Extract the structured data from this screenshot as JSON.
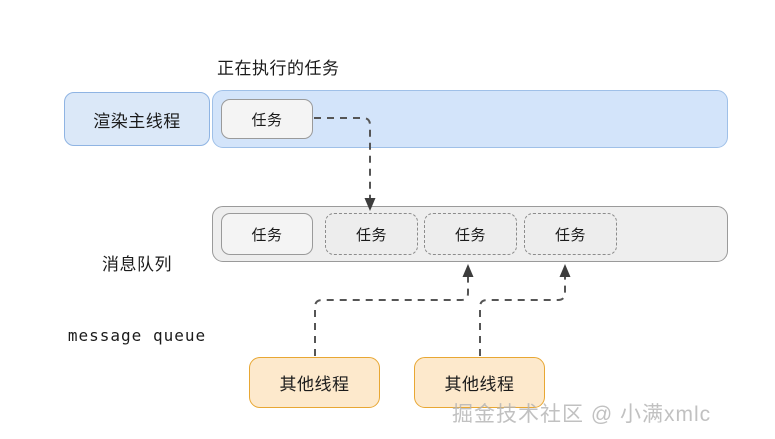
{
  "diagram": {
    "title_label": "正在执行的任务",
    "queue_label_cn": "消息队列",
    "queue_label_en": "message queue",
    "render_main_thread": "渲染主线程",
    "executing_task": "任务",
    "queue_tasks": [
      {
        "label": "任务",
        "style": "solid"
      },
      {
        "label": "任务",
        "style": "dashed"
      },
      {
        "label": "任务",
        "style": "dashed"
      },
      {
        "label": "任务",
        "style": "dashed"
      }
    ],
    "other_threads": [
      {
        "label": "其他线程"
      },
      {
        "label": "其他线程"
      }
    ],
    "watermark": "掘金技术社区 @ 小满xmlc",
    "colors": {
      "main_thread_fill": "#dbe8f8",
      "main_thread_border": "#8fb4e3",
      "executing_lane_fill": "#d3e4fa",
      "executing_lane_border": "#9fc0e8",
      "queue_fill": "#eeeeee",
      "queue_border": "#9a9a9a",
      "task_fill": "#f2f2f2",
      "task_border": "#8c8c8c",
      "other_thread_fill": "#fde9cc",
      "other_thread_border": "#e8a733",
      "connector": "#555555",
      "text": "#1b1b1b",
      "watermark": "#b4b4b4"
    }
  }
}
